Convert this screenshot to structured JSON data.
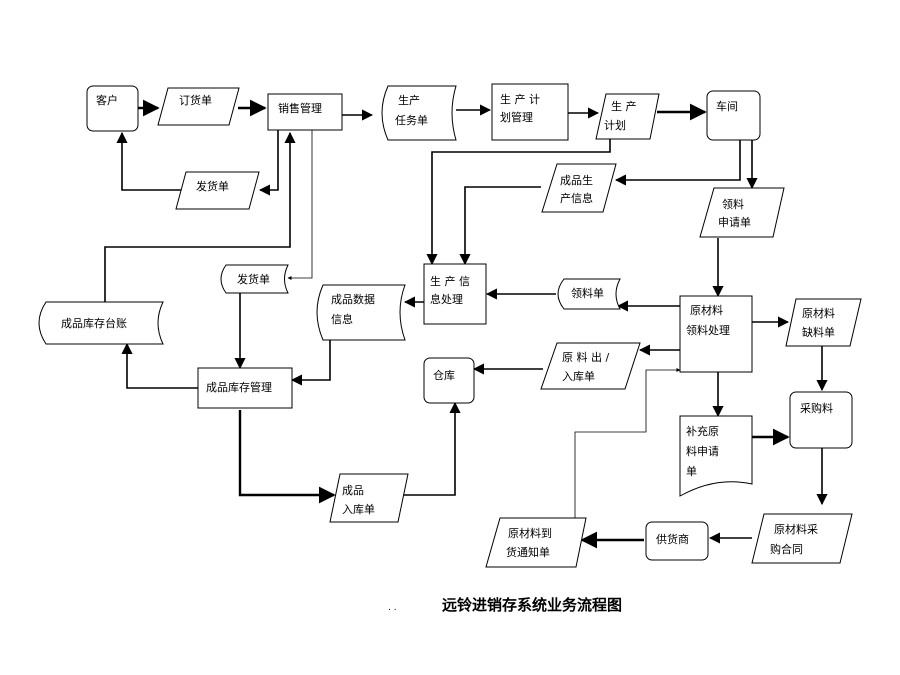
{
  "title": "远铃进销存系统业务流程图",
  "nodes": {
    "customer": "客户",
    "order": "订货单",
    "sales_mgmt": "销售管理",
    "delivery_note_top": "发货单",
    "prod_task_1": "生产",
    "prod_task_2": "任务单",
    "prod_plan_mgmt_1": "生 产 计",
    "prod_plan_mgmt_2": "划管理",
    "prod_plan_1": "生  产",
    "prod_plan_2": "计划",
    "workshop": "车间",
    "finished_prod_info_1": "成品生",
    "finished_prod_info_2": "产信息",
    "material_req_1": "领料",
    "material_req_2": "申请单",
    "delivery_note_mid": "发货单",
    "finished_data_1": "成品数据",
    "finished_data_2": "信息",
    "prod_info_proc_1": "生 产 信",
    "prod_info_proc_2": "息处理",
    "material_note": "领料单",
    "inventory_ledger": "成品库存台账",
    "raw_proc_1": "原材料",
    "raw_proc_2": "领料处理",
    "raw_shortage_1": "原材料",
    "raw_shortage_2": "缺料单",
    "raw_inout_1": "原 料 出 /",
    "raw_inout_2": "入库单",
    "warehouse": "仓库",
    "finished_inv_mgmt": "成品库存管理",
    "purchase": "采购料",
    "replenish_1": "补充原",
    "replenish_2": "料申请",
    "replenish_3": "单",
    "finished_in_1": "成品",
    "finished_in_2": "入库单",
    "arrival_notice_1": "原材料到",
    "arrival_notice_2": "货通知单",
    "supplier": "供货商",
    "purchase_contract_1": "原材料采",
    "purchase_contract_2": "购合同"
  },
  "footnote_dots": ". ."
}
